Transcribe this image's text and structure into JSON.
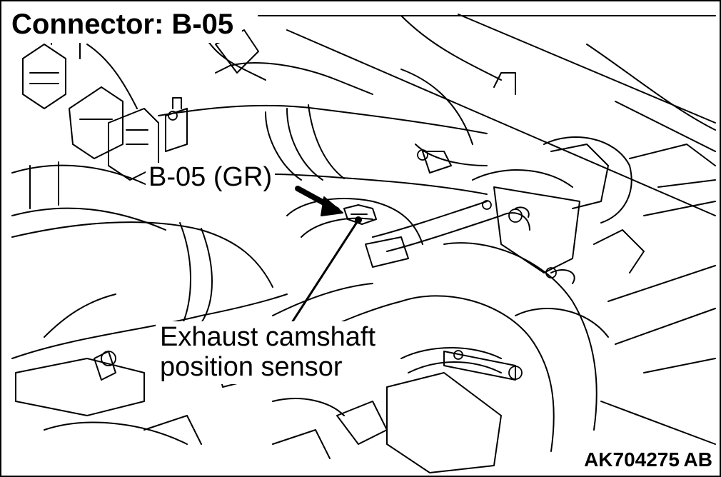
{
  "title": "Connector: B-05",
  "labels": {
    "connector": "B-05 (GR)",
    "sensor_line1": "Exhaust camshaft",
    "sensor_line2": "position sensor"
  },
  "figure_code": "AK704275 AB"
}
